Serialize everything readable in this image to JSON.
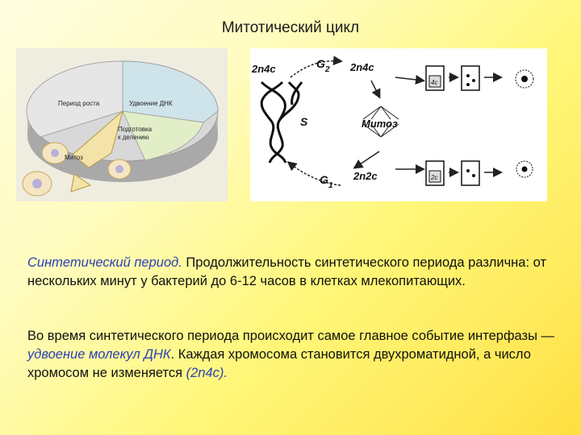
{
  "slide": {
    "title": "Митотический цикл"
  },
  "cycle_figure": {
    "growth_label": "Период роста",
    "dna_label": "Удвоение ДНК",
    "prep_label_1": "Подготовка",
    "prep_label_2": "к делению",
    "mitosis_label": "Митоз"
  },
  "scheme_figure": {
    "g2": "G",
    "g2_sub": "2",
    "g1": "G",
    "g1_sub": "1",
    "s": "S",
    "top_left": "2n4c",
    "top_right": "2n4c",
    "bottom_right": "2n2c",
    "mitosis": "Митоз",
    "box_top": "4c",
    "box_bottom": "2c"
  },
  "paragraph1": {
    "highlight": "Синтетический период.",
    "text": " Продолжительность синтетического периода различна: от нескольких минут у бактерий до 6-12 часов в клетках млекопитающих."
  },
  "paragraph2": {
    "text_a": "Во время синтетического периода происходит самое главное событие интерфазы — ",
    "highlight_a": "удвоение молекул ДНК",
    "text_b": ". Каждая хромосома становится двухроматидной, а число хромосом не изменяется ",
    "highlight_b": "(2n4c)",
    "text_c": "."
  }
}
